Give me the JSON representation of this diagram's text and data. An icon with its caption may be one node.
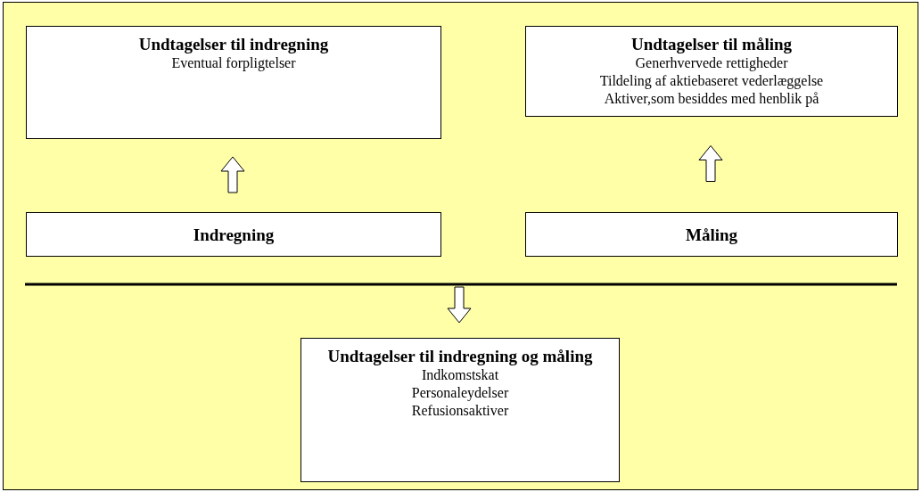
{
  "diagram": {
    "nodes": [
      {
        "text": [],
        "shape": "box"
      },
      {
        "text": [
          "Undtagelser til indregning",
          "Eventual forpligtelser"
        ],
        "in": 0
      },
      {
        "text": [
          "Undtagelser til måling",
          "Generhvervede rettigheder",
          "Tildeling af aktiebaseret vederlæggelse",
          "Aktiver,som besiddes med henblik på"
        ],
        "in": 0
      },
      {
        "text": [
          "Indregning"
        ],
        "in": 0
      },
      {
        "text": [
          "Måling"
        ],
        "in": 0
      },
      {
        "text": [
          "Undtagelser til indregning og måling",
          "Indkomstskat",
          "Personaleydelser",
          "Refusionsaktiver"
        ],
        "in": 0
      }
    ],
    "edges": [
      {
        "from": 3,
        "to": 1,
        "arrow": "to"
      },
      {
        "from": 4,
        "to": 2,
        "arrow": "to"
      },
      {
        "from": null,
        "to": 5,
        "arrow": "to"
      }
    ]
  }
}
